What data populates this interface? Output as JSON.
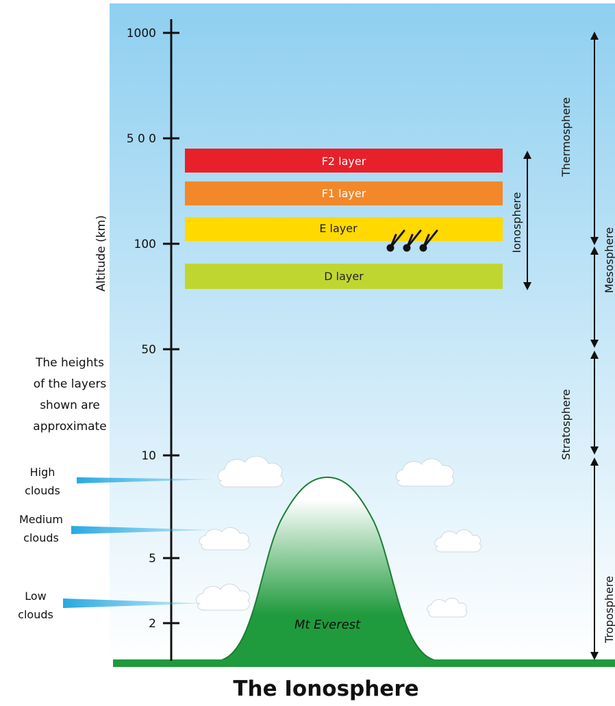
{
  "title": "The Ionosphere",
  "axis": {
    "label": "Altitude (km)",
    "ticks": [
      "1000",
      "5 0 0",
      "100",
      "50",
      "10",
      "5",
      "2"
    ]
  },
  "layers": [
    {
      "label": "F2 layer",
      "color": "#e8202a"
    },
    {
      "label": "F1 layer",
      "color": "#f2882a"
    },
    {
      "label": "E layer",
      "color": "#ffd900"
    },
    {
      "label": "D layer",
      "color": "#c0d630"
    }
  ],
  "ionosphere_label": "Ionosphere",
  "regions": [
    "Thermosphere",
    "Mesosphere",
    "Stratosphere",
    "Troposphere"
  ],
  "note_lines": [
    "The heights",
    "of the layers",
    "shown are",
    "approximate"
  ],
  "cloud_labels": [
    [
      "High",
      "clouds"
    ],
    [
      "Medium",
      "clouds"
    ],
    [
      "Low",
      "clouds"
    ]
  ],
  "mountain_label": "Mt Everest",
  "colors": {
    "sky_top": "#8fcff0",
    "sky_bottom": "#ffffff",
    "ground": "#1f9a3c",
    "mountain": "#1f9a3c",
    "pointer": "#27a9e1"
  }
}
